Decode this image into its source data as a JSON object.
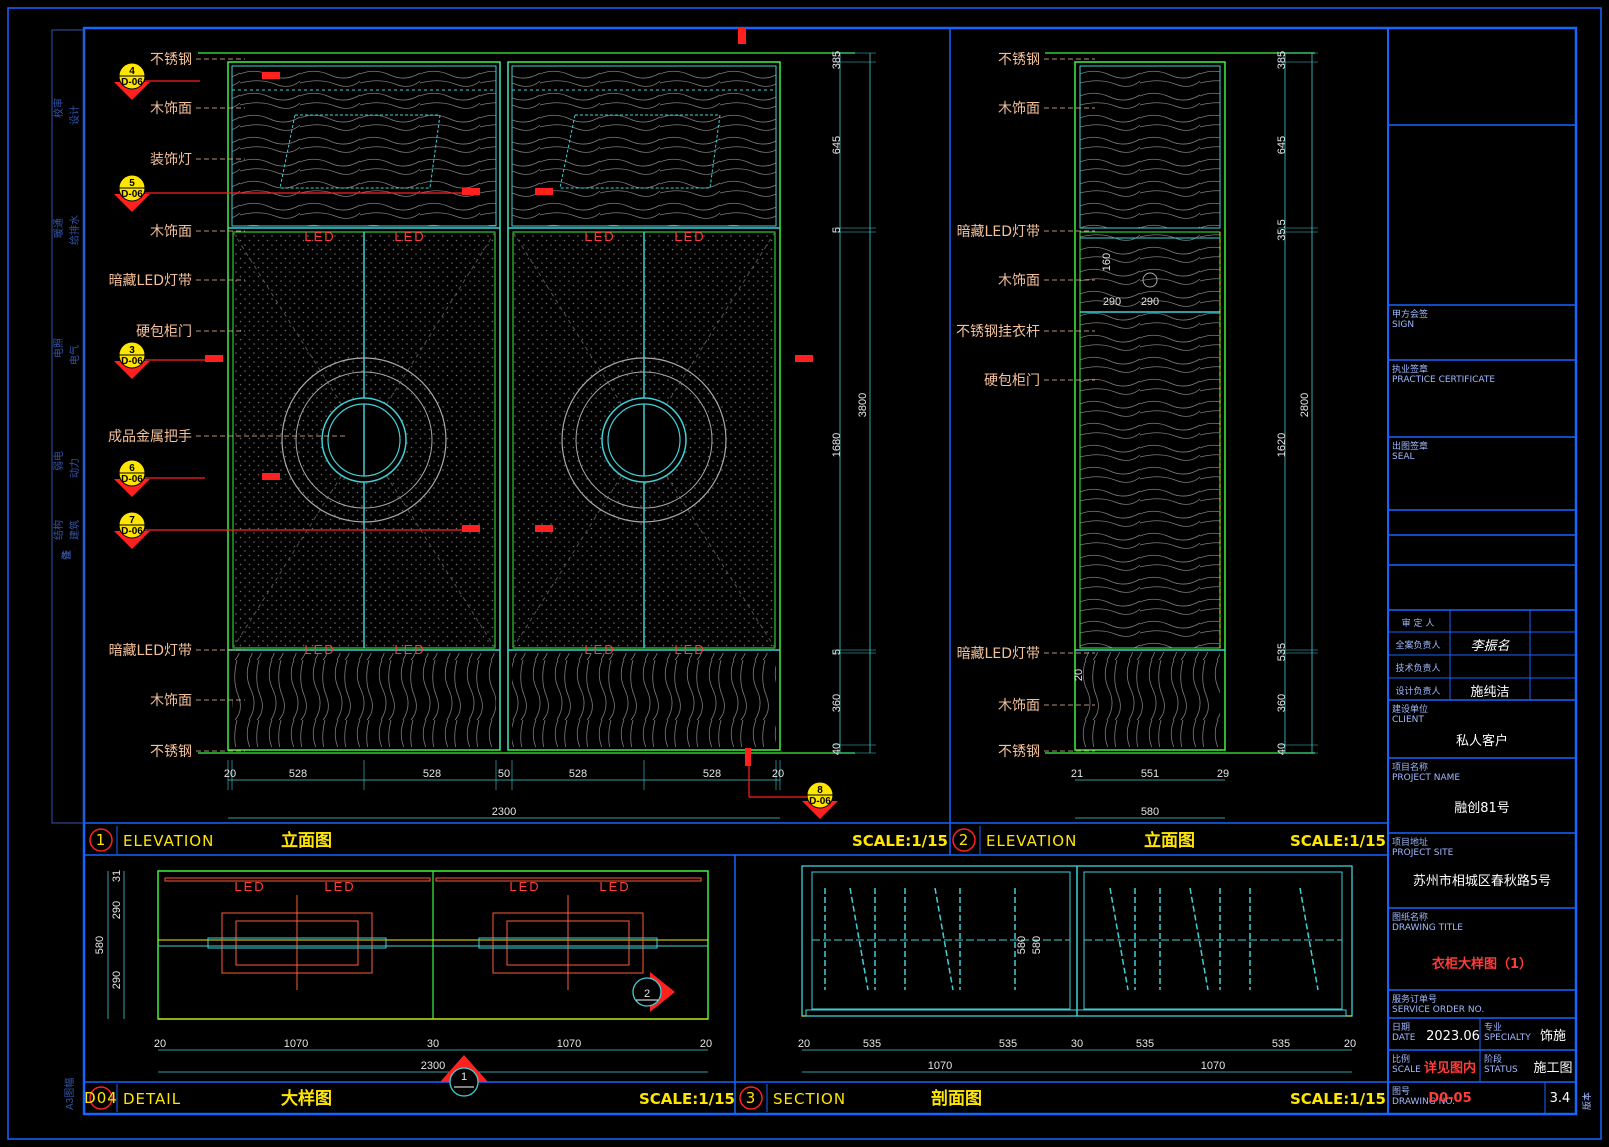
{
  "elevation1": {
    "labels_left": [
      "不锈钢",
      "木饰面",
      "装饰灯",
      "木饰面",
      "暗藏LED灯带",
      "硬包柜门",
      "成品金属把手",
      "暗藏LED灯带",
      "木饰面",
      "不锈钢"
    ],
    "dims_right": [
      "385",
      "645",
      "5",
      "1680",
      "5",
      "360",
      "40"
    ],
    "dim_total_v": "3800",
    "dims_bottom": [
      "20",
      "528",
      "528",
      "50",
      "528",
      "528",
      "20"
    ],
    "dim_total_h": "2300",
    "led": "LED",
    "callouts": [
      "4",
      "5",
      "3",
      "6",
      "7",
      "8"
    ],
    "callout_sub": "D-06",
    "title_num": "1",
    "title_en": "ELEVATION",
    "title_cn": "立面图",
    "scale": "SCALE:1/15"
  },
  "elevation2": {
    "labels_left": [
      "不锈钢",
      "木饰面",
      "暗藏LED灯带",
      "木饰面",
      "不锈钢挂衣杆",
      "硬包柜门",
      "暗藏LED灯带",
      "木饰面",
      "不锈钢"
    ],
    "dims_right": [
      "385",
      "645",
      "35.5",
      "1620",
      "535",
      "360",
      "40"
    ],
    "dim_total_v": "2800",
    "dims_inner": [
      "160",
      "290",
      "290",
      "20"
    ],
    "dims_bottom": [
      "21",
      "551",
      "29"
    ],
    "dim_total_h": "580",
    "title_num": "2",
    "title_en": "ELEVATION",
    "title_cn": "立面图",
    "scale": "SCALE:1/15"
  },
  "detail": {
    "dims_left": [
      "31",
      "290",
      "580",
      "290"
    ],
    "dims_bottom": [
      "20",
      "1070",
      "30",
      "1070",
      "20"
    ],
    "dim_total_h": "2300",
    "led": "LED",
    "callout": "2",
    "title_num": "D04",
    "title_en": "DETAIL",
    "title_cn": "大样图",
    "scale": "SCALE:1/15"
  },
  "section": {
    "dims_mid": [
      "580",
      "580"
    ],
    "dims_bottom": [
      "20",
      "535",
      "1070",
      "535",
      "30",
      "535",
      "1070",
      "535",
      "20"
    ],
    "title_num": "3",
    "title_en": "SECTION",
    "title_cn": "剖面图",
    "scale": "SCALE:1/15"
  },
  "bottom_callout": "1",
  "left_strip": [
    "设计",
    "校审",
    "给排水",
    "暖通",
    "电气",
    "电照",
    "动力",
    "弱电",
    "建筑",
    "结构",
    "备",
    "注"
  ],
  "left_footer": "A3图幅",
  "titleblock": {
    "sign_label": "甲方会签",
    "sign_en": "SIGN",
    "cert_label": "执业签章",
    "cert_en": "PRACTICE CERTIFICATE",
    "seal_label": "出图签章",
    "seal_en": "SEAL",
    "approved": "审 定 人",
    "project_lead": "全案负责人",
    "tech_lead": "技术负责人",
    "designer": "设计负责人",
    "designer_name": "施纯洁",
    "signature": "李振名",
    "client_label": "建设单位",
    "client_en": "CLIENT",
    "client": "私人客户",
    "project_label": "项目名称",
    "project_en": "PROJECT NAME",
    "project": "融创81号",
    "site_label": "项目地址",
    "site_en": "PROJECT SITE",
    "site": "苏州市相城区春秋路5号",
    "drawing_label": "图纸名称",
    "drawing_en": "DRAWING TITLE",
    "drawing": "衣柜大样图（1）",
    "order_label": "服务订单号",
    "order_en": "SERVICE ORDER NO.",
    "date_label": "日期",
    "date_en": "DATE",
    "date": "2023.06",
    "specialty_label": "专业",
    "specialty_en": "SPECIALTY",
    "specialty": "饰施",
    "scale_label": "比例",
    "scale_en": "SCALE",
    "scale": "详见图内",
    "status_label": "阶段",
    "status_en": "STATUS",
    "status": "施工图",
    "no_label": "图号",
    "no_en": "DRAWING NO.",
    "no": "D0-05",
    "version": "3.4",
    "right_note": "版本"
  },
  "colors": {
    "frame": "#1565ff",
    "green": "#3df23d",
    "cyan": "#3fd0d6",
    "red": "#ff2020",
    "label": "#f3c09a",
    "yellow": "#ffe600",
    "wood": "#9a9a9a"
  }
}
